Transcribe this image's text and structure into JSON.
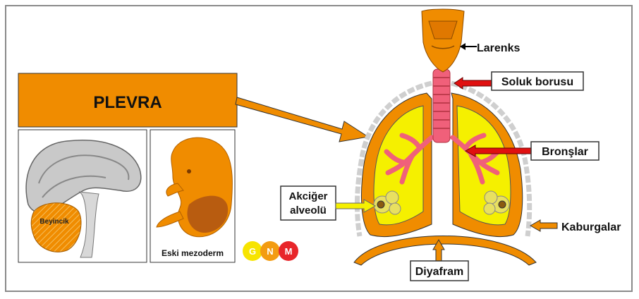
{
  "title": "PLEVRA",
  "labels": {
    "larenks": "Larenks",
    "soluk_borusu": "Soluk borusu",
    "bronslar": "Bronşlar",
    "akciger_line1": "Akciğer",
    "akciger_line2": "alveolü",
    "kaburgalar": "Kaburgalar",
    "diyafram": "Diyafram",
    "beyincik": "Beyincik",
    "eski_mezoderm": "Eski mezoderm"
  },
  "logo": {
    "letters": [
      "G",
      "N",
      "M"
    ],
    "colors": [
      "#f7e400",
      "#f39c12",
      "#e8262a"
    ]
  },
  "colors": {
    "orange": "#f08c00",
    "lung_fill": "#f5f000",
    "red_arrow": "#e01010",
    "pink": "#f0607a"
  }
}
